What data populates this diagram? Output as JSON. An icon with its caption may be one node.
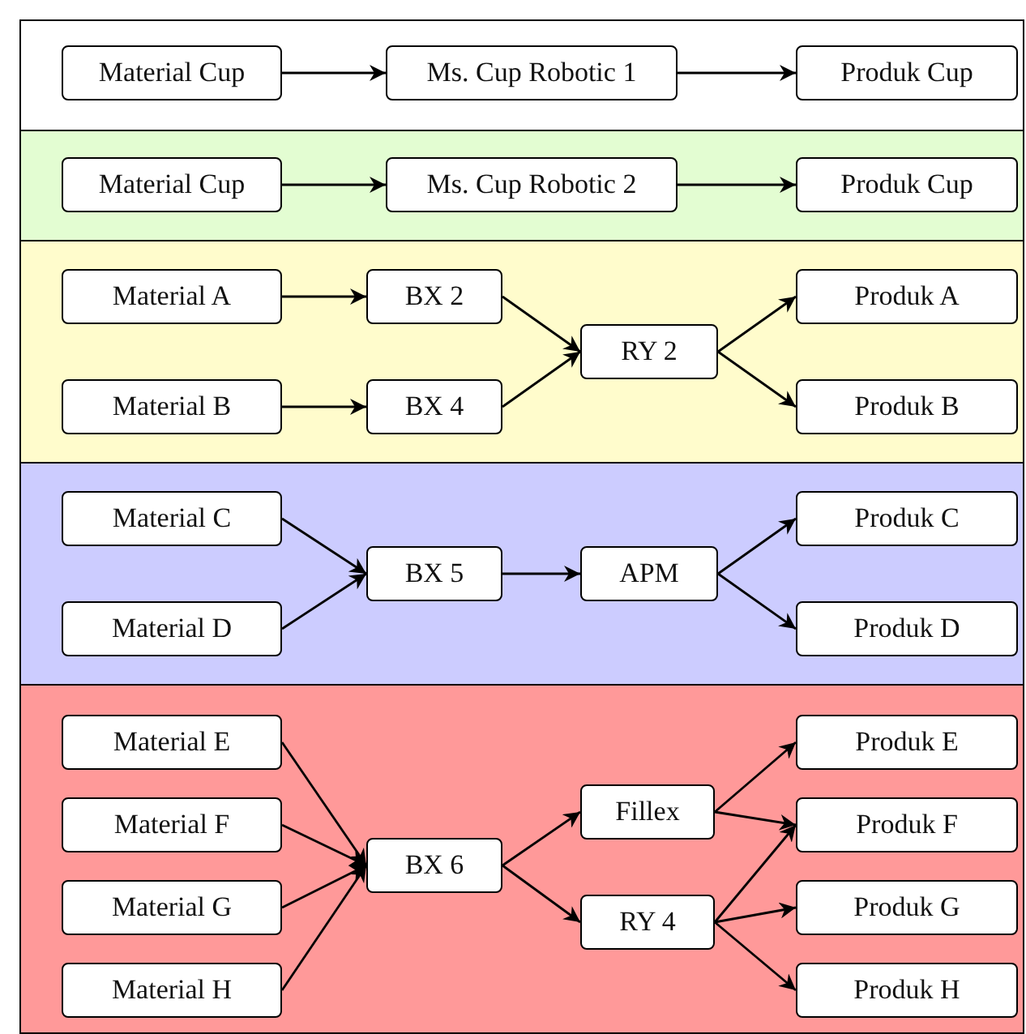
{
  "diagram": {
    "nodes": [
      {
        "text": [],
        "shape": "box"
      },
      {
        "text": [
          "Material Cup"
        ],
        "in": 0
      },
      {
        "text": [
          "Ms. Cup Robotic 1"
        ],
        "in": 0
      },
      {
        "text": [
          "Produk Cup"
        ],
        "in": 0
      },
      {
        "text": [],
        "shape": "box"
      },
      {
        "text": [
          "Material Cup"
        ],
        "in": 4
      },
      {
        "text": [
          "Ms. Cup Robotic 2"
        ],
        "in": 4
      },
      {
        "text": [
          "Produk Cup"
        ],
        "in": 4
      },
      {
        "text": [],
        "shape": "box"
      },
      {
        "text": [
          "Material A"
        ],
        "in": 8
      },
      {
        "text": [
          "BX 2"
        ],
        "in": 8
      },
      {
        "text": [
          "RY 2"
        ],
        "in": 8
      },
      {
        "text": [
          "Produk A"
        ],
        "in": 8
      },
      {
        "text": [
          "Material B"
        ],
        "in": 8
      },
      {
        "text": [
          "BX 4"
        ],
        "in": 8
      },
      {
        "text": [
          "Produk B"
        ],
        "in": 8
      },
      {
        "text": [],
        "shape": "box"
      },
      {
        "text": [
          "Material C"
        ],
        "in": 16
      },
      {
        "text": [
          "Produk C"
        ],
        "in": 16
      },
      {
        "text": [
          "BX 5"
        ],
        "in": 16
      },
      {
        "text": [
          "APM"
        ],
        "in": 16
      },
      {
        "text": [
          "Material D"
        ],
        "in": 16
      },
      {
        "text": [
          "Produk D"
        ],
        "in": 16
      },
      {
        "text": [],
        "shape": "box"
      },
      {
        "text": [
          "Material E"
        ],
        "in": 23
      },
      {
        "text": [
          "Produk E"
        ],
        "in": 23
      },
      {
        "text": [
          "Fillex"
        ],
        "in": 23
      },
      {
        "text": [
          "Material F"
        ],
        "in": 23
      },
      {
        "text": [
          "Produk F"
        ],
        "in": 23
      },
      {
        "text": [
          "BX 6"
        ],
        "in": 23
      },
      {
        "text": [
          "Material G"
        ],
        "in": 23
      },
      {
        "text": [
          "Produk G"
        ],
        "in": 23
      },
      {
        "text": [
          "RY 4"
        ],
        "in": 23
      },
      {
        "text": [
          "Material H"
        ],
        "in": 23
      },
      {
        "text": [
          "Produk H"
        ],
        "in": 23
      }
    ],
    "edges": [
      {
        "from": 1,
        "to": 2,
        "arrow": "to"
      },
      {
        "from": 2,
        "to": 3,
        "arrow": "to"
      },
      {
        "from": 5,
        "to": 6,
        "arrow": "to"
      },
      {
        "from": 6,
        "to": 7,
        "arrow": "to"
      },
      {
        "from": 9,
        "to": 10,
        "arrow": "to"
      },
      {
        "from": 13,
        "to": 14,
        "arrow": "to"
      },
      {
        "from": 10,
        "to": 11,
        "arrow": "to"
      },
      {
        "from": 14,
        "to": 11,
        "arrow": "to"
      },
      {
        "from": 11,
        "to": 12,
        "arrow": "to"
      },
      {
        "from": 11,
        "to": 15,
        "arrow": "to"
      },
      {
        "from": 17,
        "to": 19,
        "arrow": "to"
      },
      {
        "from": 21,
        "to": 19,
        "arrow": "to"
      },
      {
        "from": 19,
        "to": 20,
        "arrow": "to"
      },
      {
        "from": 20,
        "to": 18,
        "arrow": "to"
      },
      {
        "from": 20,
        "to": 22,
        "arrow": "to"
      },
      {
        "from": 24,
        "to": 29,
        "arrow": "to"
      },
      {
        "from": 27,
        "to": 29,
        "arrow": "to"
      },
      {
        "from": 30,
        "to": 29,
        "arrow": "to"
      },
      {
        "from": 33,
        "to": 29,
        "arrow": "to"
      },
      {
        "from": 29,
        "to": 26,
        "arrow": "to"
      },
      {
        "from": 29,
        "to": 32,
        "arrow": "to"
      },
      {
        "from": 26,
        "to": 25,
        "arrow": "to"
      },
      {
        "from": 26,
        "to": 28,
        "arrow": "to"
      },
      {
        "from": 32,
        "to": 28,
        "arrow": "to"
      },
      {
        "from": 32,
        "to": 31,
        "arrow": "to"
      },
      {
        "from": 32,
        "to": 34,
        "arrow": "to"
      }
    ]
  }
}
